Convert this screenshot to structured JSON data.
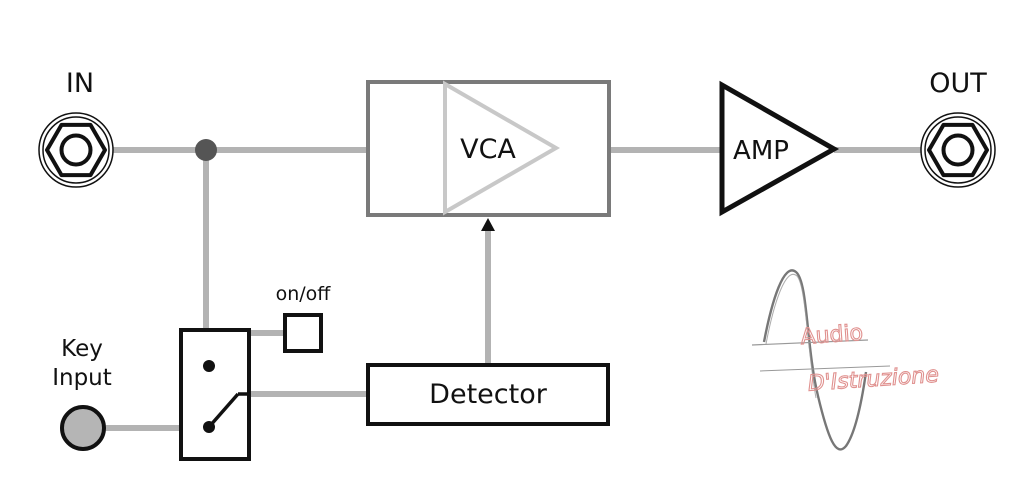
{
  "labels": {
    "input": "IN",
    "output": "OUT",
    "vca": "VCA",
    "amp": "AMP",
    "detector": "Detector",
    "switch_control": "on/off",
    "key_input_line1": "Key",
    "key_input_line2": "Input"
  },
  "logo": {
    "line1": "Audio",
    "line2": "D'Istruzione",
    "text_color": "#e0918f",
    "wave_color": "#777777"
  },
  "colors": {
    "wire": "#b3b3b3",
    "vca_box": "#7a7a7a",
    "vca_triangle": "#c8c8c8",
    "block_stroke": "#111111",
    "junction": "#555555",
    "key_jack_fill": "#b5b5b5"
  },
  "icons": {
    "input_jack": "jack-socket-icon",
    "output_jack": "jack-socket-icon",
    "key_input_jack": "mini-jack-icon",
    "switch": "spdt-switch-icon"
  }
}
